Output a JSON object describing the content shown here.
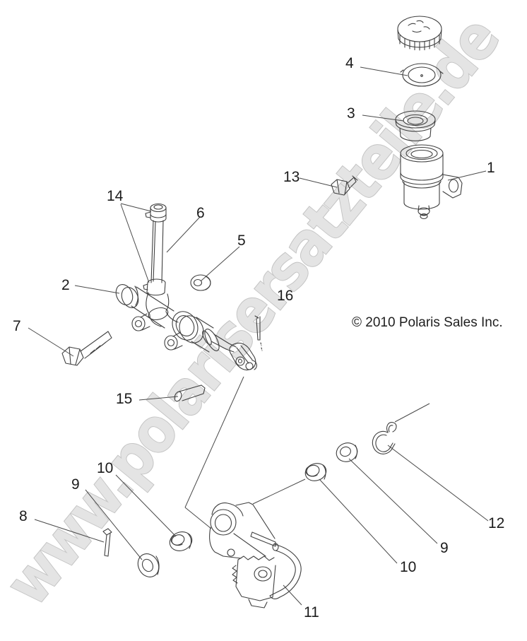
{
  "watermark": {
    "text": "www.polarisersatzteile.de"
  },
  "copyright": {
    "text": "© 2010 Polaris Sales Inc."
  },
  "labels": [
    {
      "text": "4"
    },
    {
      "text": "3"
    },
    {
      "text": "1"
    },
    {
      "text": "13"
    },
    {
      "text": "14"
    },
    {
      "text": "6"
    },
    {
      "text": "5"
    },
    {
      "text": "2"
    },
    {
      "text": "16"
    },
    {
      "text": "7"
    },
    {
      "text": "15"
    },
    {
      "text": "8"
    },
    {
      "text": "9"
    },
    {
      "text": "10"
    },
    {
      "text": "11"
    },
    {
      "text": "12"
    },
    {
      "text": "9"
    },
    {
      "text": "10"
    }
  ]
}
